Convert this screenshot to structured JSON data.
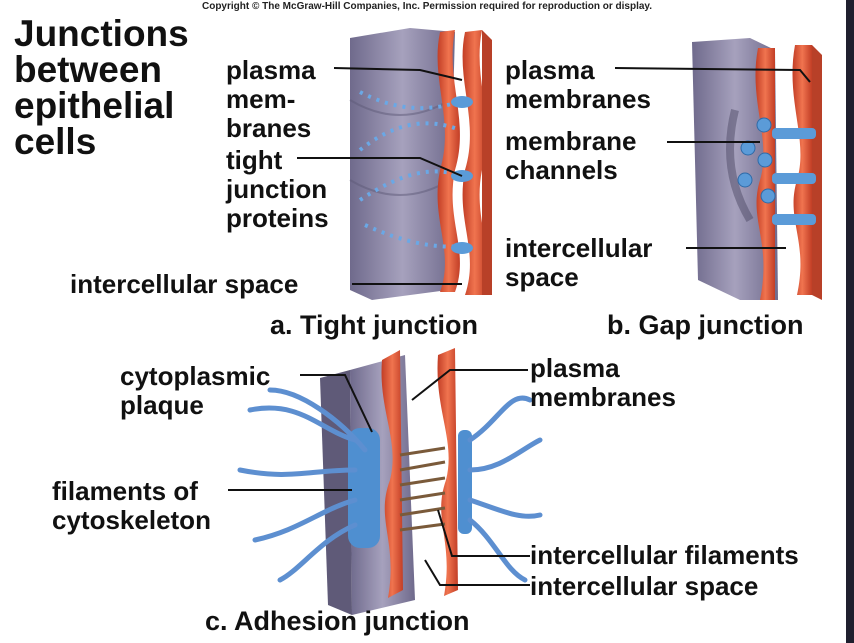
{
  "copyright": "Copyright © The McGraw-Hill Companies, Inc. Permission required for reproduction or display.",
  "title_lines": [
    "Junctions",
    "between",
    "epithelial",
    "cells"
  ],
  "tight": {
    "caption": "a. Tight junction",
    "plasma_lines": [
      "plasma",
      "mem-",
      "branes"
    ],
    "proteins_lines": [
      "tight",
      "junction",
      "proteins"
    ],
    "space_label": "intercellular space"
  },
  "gap": {
    "caption": "b. Gap junction",
    "plasma_lines": [
      "plasma",
      "membranes"
    ],
    "channels_lines": [
      "membrane",
      "channels"
    ],
    "space_lines": [
      "intercellular",
      "space"
    ]
  },
  "adhesion": {
    "caption": "c. Adhesion junction",
    "plaque_lines": [
      "cytoplasmic",
      "plaque"
    ],
    "plasma_lines": [
      "plasma",
      "membranes"
    ],
    "cyto_lines": [
      "filaments of",
      "cytoskeleton"
    ],
    "filaments_label": "intercellular filaments",
    "space_label": "intercellular space"
  },
  "colors": {
    "membrane": "#e8553a",
    "membrane_dark": "#b83a24",
    "cell": "#8c87a6",
    "cell_dark": "#5f5a78",
    "protein": "#5b9bd8",
    "filament": "#5d8fd0",
    "inter_filament": "#7a5a3a"
  }
}
